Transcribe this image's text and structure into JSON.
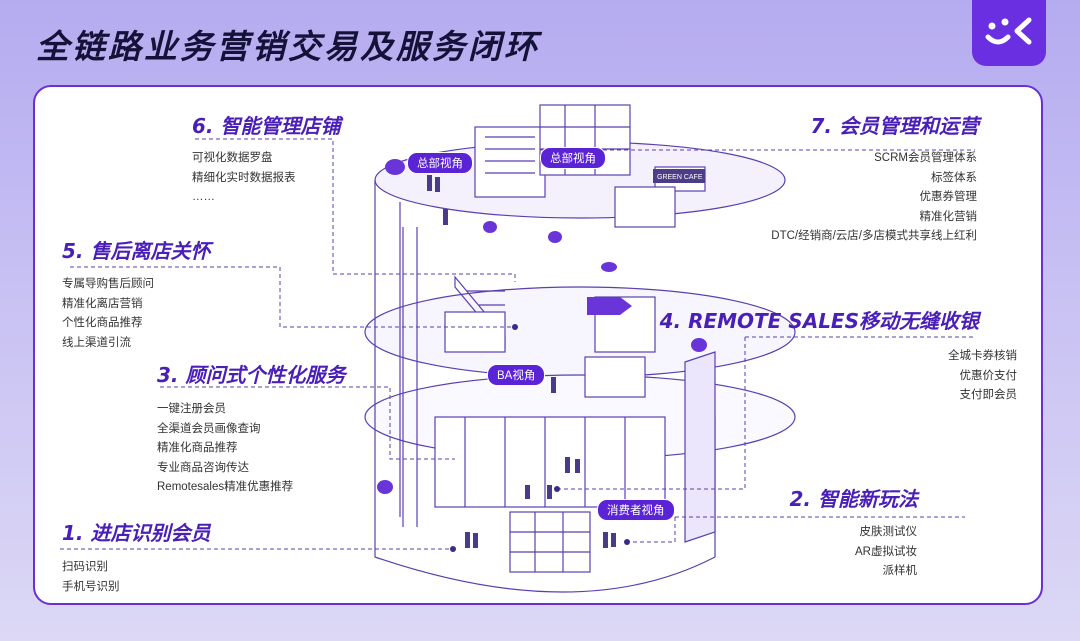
{
  "title": "全链路业务营销交易及服务闭环",
  "colors": {
    "accent": "#5b23d6",
    "heading": "#4a1fb8",
    "border": "#6b2fd6",
    "bg": "#c8c1f3"
  },
  "logo_icon": "smile-logo-icon",
  "sections": {
    "s6": {
      "title": "6. 智能管理店铺",
      "items": [
        "可视化数据罗盘",
        "精细化实时数据报表",
        "……"
      ]
    },
    "s5": {
      "title": "5. 售后离店关怀",
      "items": [
        "专属导购售后顾问",
        "精准化离店营销",
        "个性化商品推荐",
        "线上渠道引流"
      ]
    },
    "s3": {
      "title": "3. 顾问式个性化服务",
      "items": [
        "一键注册会员",
        "全渠道会员画像查询",
        "精准化商品推荐",
        "专业商品咨询传达",
        "Remotesales精准优惠推荐"
      ]
    },
    "s1": {
      "title": "1. 进店识别会员",
      "items": [
        "扫码识别",
        "手机号识别"
      ]
    },
    "s7": {
      "title": "7. 会员管理和运营",
      "items": [
        "SCRM会员管理体系",
        "标签体系",
        "优惠券管理",
        "精准化营销",
        "DTC/经销商/云店/多店模式共享线上红利"
      ]
    },
    "s4": {
      "title": "4. REMOTE SALES移动无缝收银",
      "items": [
        "全城卡券核销",
        "优惠价支付",
        "支付即会员"
      ]
    },
    "s2": {
      "title": "2. 智能新玩法",
      "items": [
        "皮肤测试仪",
        "AR虚拟试妆",
        "派样机"
      ]
    }
  },
  "tags": {
    "hq1": "总部视角",
    "hq2": "总部视角",
    "ba": "BA视角",
    "consumer": "消费者视角"
  },
  "illustration": {
    "sign_text": "GREEN CAFE"
  }
}
